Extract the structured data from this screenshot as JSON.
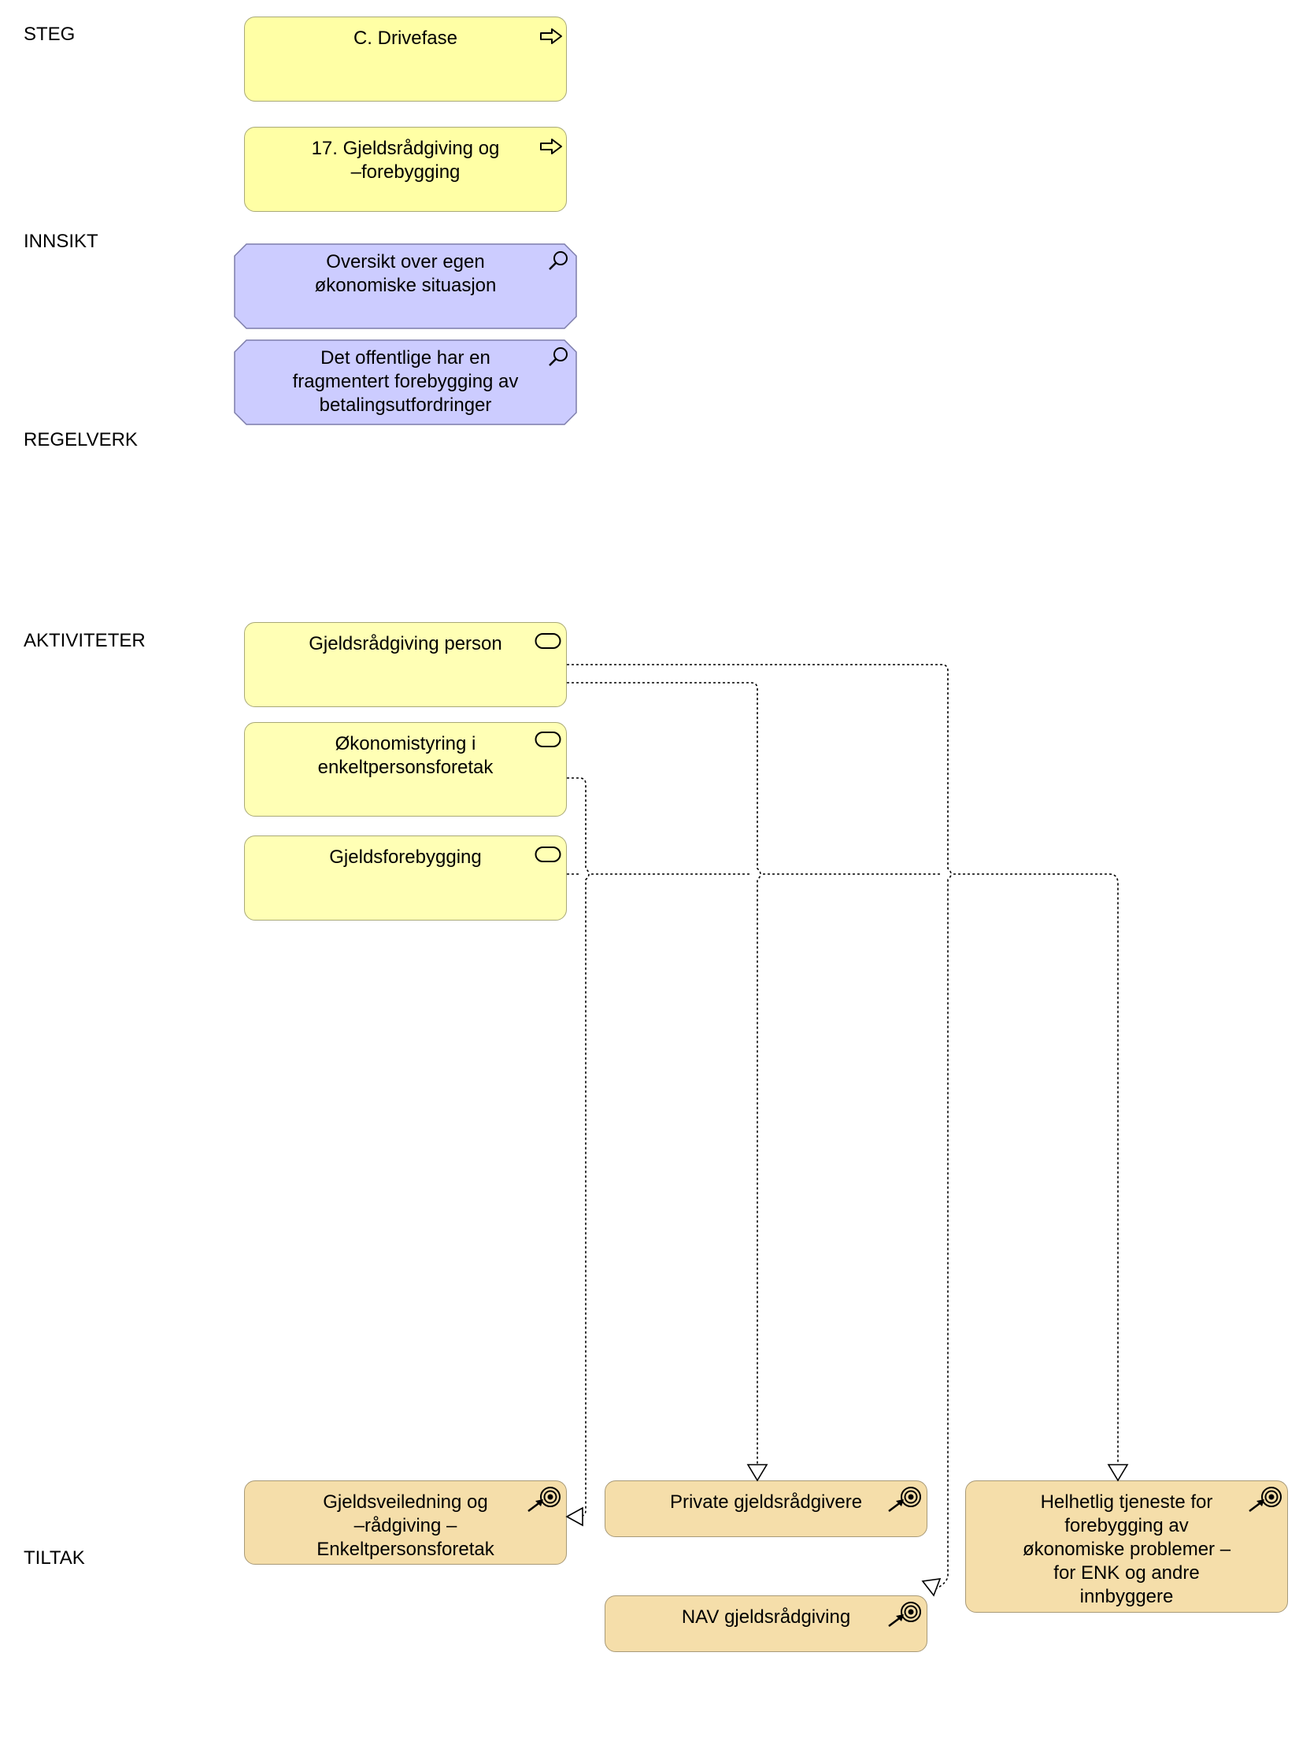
{
  "lanes": {
    "steg": "STEG",
    "innsikt": "INNSIKT",
    "regelverk": "REGELVERK",
    "aktiviteter": "AKTIVITETER",
    "tiltak": "TILTAK"
  },
  "steps": [
    {
      "label": "C. Drivefase",
      "icon": "arrow-right-icon"
    },
    {
      "label": "17. Gjeldsrådgiving og\n–forebygging",
      "icon": "arrow-right-icon"
    }
  ],
  "insights": [
    {
      "label": "Oversikt over egen\nøkonomiske situasjon",
      "icon": "magnifier-icon"
    },
    {
      "label": "Det offentlige har en\nfragmentert forebygging av\nbetalingsutfordringer",
      "icon": "magnifier-icon"
    }
  ],
  "activities": [
    {
      "label": "Gjeldsrådgiving person",
      "icon": "rounded-rect-icon"
    },
    {
      "label": "Økonomistyring i\nenkeltpersonsforetak",
      "icon": "rounded-rect-icon"
    },
    {
      "label": "Gjeldsforebygging",
      "icon": "rounded-rect-icon"
    }
  ],
  "measures": [
    {
      "label": "Gjeldsveiledning og\n–rådgiving –\nEnkeltpersonsforetak",
      "icon": "target-icon"
    },
    {
      "label": "Private gjeldsrådgivere",
      "icon": "target-icon"
    },
    {
      "label": "Helhetlig tjeneste for\nforebygging av\nøkonomiske problemer –\nfor ENK og andre\ninnbyggere",
      "icon": "target-icon"
    },
    {
      "label": "NAV gjeldsrådgiving",
      "icon": "target-icon"
    }
  ],
  "colors": {
    "step_fill": "#ffffa5",
    "insight_fill": "#ccccff",
    "activity_fill": "#ffffb5",
    "measure_fill": "#f5deaa"
  }
}
